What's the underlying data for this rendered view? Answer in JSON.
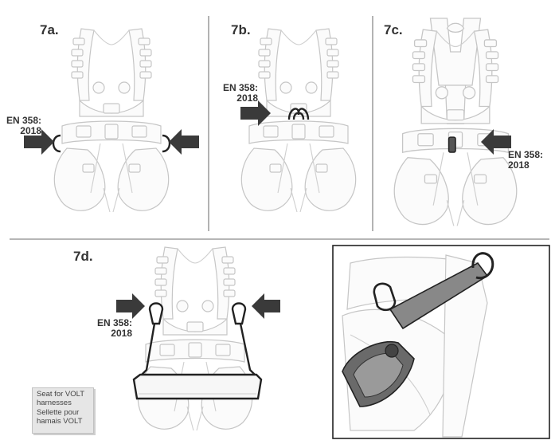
{
  "panels": {
    "p7a": {
      "step": "7a.",
      "standard": [
        "EN 358:",
        "2018"
      ]
    },
    "p7b": {
      "step": "7b.",
      "standard": [
        "EN 358:",
        "2018"
      ]
    },
    "p7c": {
      "step": "7c.",
      "standard": [
        "EN 358:",
        "2018"
      ]
    },
    "p7d": {
      "step": "7d.",
      "standard": [
        "EN 358:",
        "2018"
      ]
    }
  },
  "caption": {
    "en": [
      "Seat for VOLT",
      "harnesses"
    ],
    "fr": [
      "Sellette pour",
      "hamais VOLT"
    ]
  },
  "colors": {
    "ghost_stroke": "#c6c6c6",
    "highlight": "#222222",
    "arrow": "#3a3a3a",
    "divider": "#8a8a8a"
  }
}
